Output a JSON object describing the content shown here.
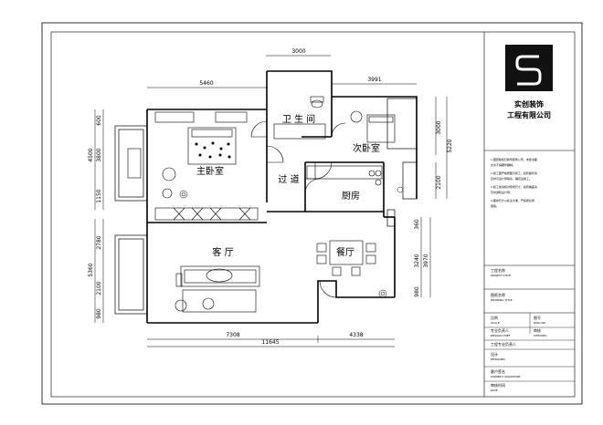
{
  "rooms": {
    "master_bedroom": "主卧室",
    "bathroom": "卫 生 间",
    "second_bedroom": "次卧室",
    "corridor": "过 道",
    "kitchen": "厨房",
    "living_room": "客 厅",
    "dining_room": "餐厅"
  },
  "dimensions": {
    "top_bath": "3000",
    "top_left": "5460",
    "top_right": "3991",
    "left_1": "600",
    "left_2": "3800",
    "left_3": "4500",
    "left_4": "1150",
    "left_5": "2780",
    "left_6": "5360",
    "left_7": "2100",
    "left_8": "980",
    "right_1": "3000",
    "right_2": "5220",
    "right_3": "2100",
    "right_4": "360",
    "right_5": "3240",
    "right_6": "3970",
    "right_7": "980",
    "bottom_1": "7308",
    "bottom_2": "4338",
    "bottom_total": "11645"
  },
  "title_block": {
    "company_line1": "实创装饰",
    "company_line2": "工程有限公司",
    "notes": [
      "1.图纸版权归我司装饰公司，未经书面",
      "允许不得翻印翻制。",
      "2.施工图严格按图示施工，如有疑问请",
      "及时与设计师联系，确定后施工。",
      "3.施工前请核对现场尺寸，如有偏差请",
      "及时通知设计师。",
      "4.图中尺寸以标注为准，严禁按比例",
      "量取。"
    ],
    "fields": [
      {
        "label": "工程名称",
        "value": "PROJECT  TITLE"
      },
      {
        "label": "图纸名称",
        "value": "DRAWING  TITLE"
      },
      {
        "label": "比例",
        "value": "SCALE"
      },
      {
        "label": "图号",
        "value": "DWG.NO"
      },
      {
        "label": "专业负责人",
        "value": "DESIGN  CHIEF"
      },
      {
        "label": "审核",
        "value": "CHECKED"
      },
      {
        "label": "工程专业负责人",
        "value": ""
      },
      {
        "label": "设计",
        "value": "DESIGNED"
      },
      {
        "label": "客户签名",
        "value": "OWNER'S SIGNATURE"
      },
      {
        "label": "审核时间",
        "value": "DATE"
      }
    ]
  }
}
